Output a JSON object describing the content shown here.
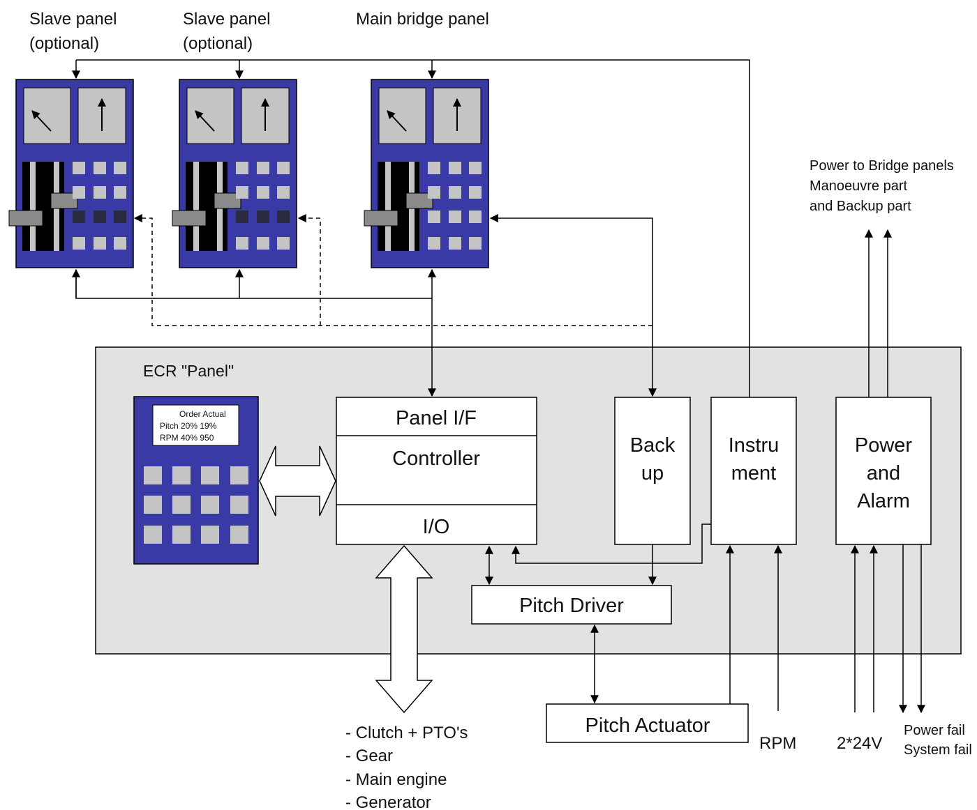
{
  "labels": {
    "slave1_line1": "Slave panel",
    "slave1_line2": "(optional)",
    "slave2_line1": "Slave panel",
    "slave2_line2": "(optional)",
    "main_bridge": "Main bridge panel",
    "power_bridge_1": "Power to Bridge panels",
    "power_bridge_2": "Manoeuvre part",
    "power_bridge_3": "and Backup part",
    "ecr_panel": "ECR \"Panel\"",
    "rpm": "RPM",
    "supply": "2*24V",
    "power_fail": "Power fail",
    "system_fail": "System fail"
  },
  "ecr_display": {
    "header": "Order  Actual",
    "pitch_row": "Pitch  20%  19%",
    "rpm_row": "RPM  40%  950"
  },
  "blocks": {
    "panel_if": "Panel I/F",
    "controller": "Controller",
    "io": "I/O",
    "backup_1": "Back",
    "backup_2": "up",
    "instrument_1": "Instru",
    "instrument_2": "ment",
    "power_1": "Power",
    "power_2": "and",
    "power_3": "Alarm",
    "pitch_driver": "Pitch Driver",
    "pitch_actuator": "Pitch Actuator"
  },
  "io_list": [
    "- Clutch + PTO's",
    "- Gear",
    "- Main engine",
    "- Generator"
  ],
  "colors": {
    "panel_blue": "#3a3aa6",
    "panel_gray": "#c4c4c4",
    "ecr_bg": "#e2e2e2"
  }
}
